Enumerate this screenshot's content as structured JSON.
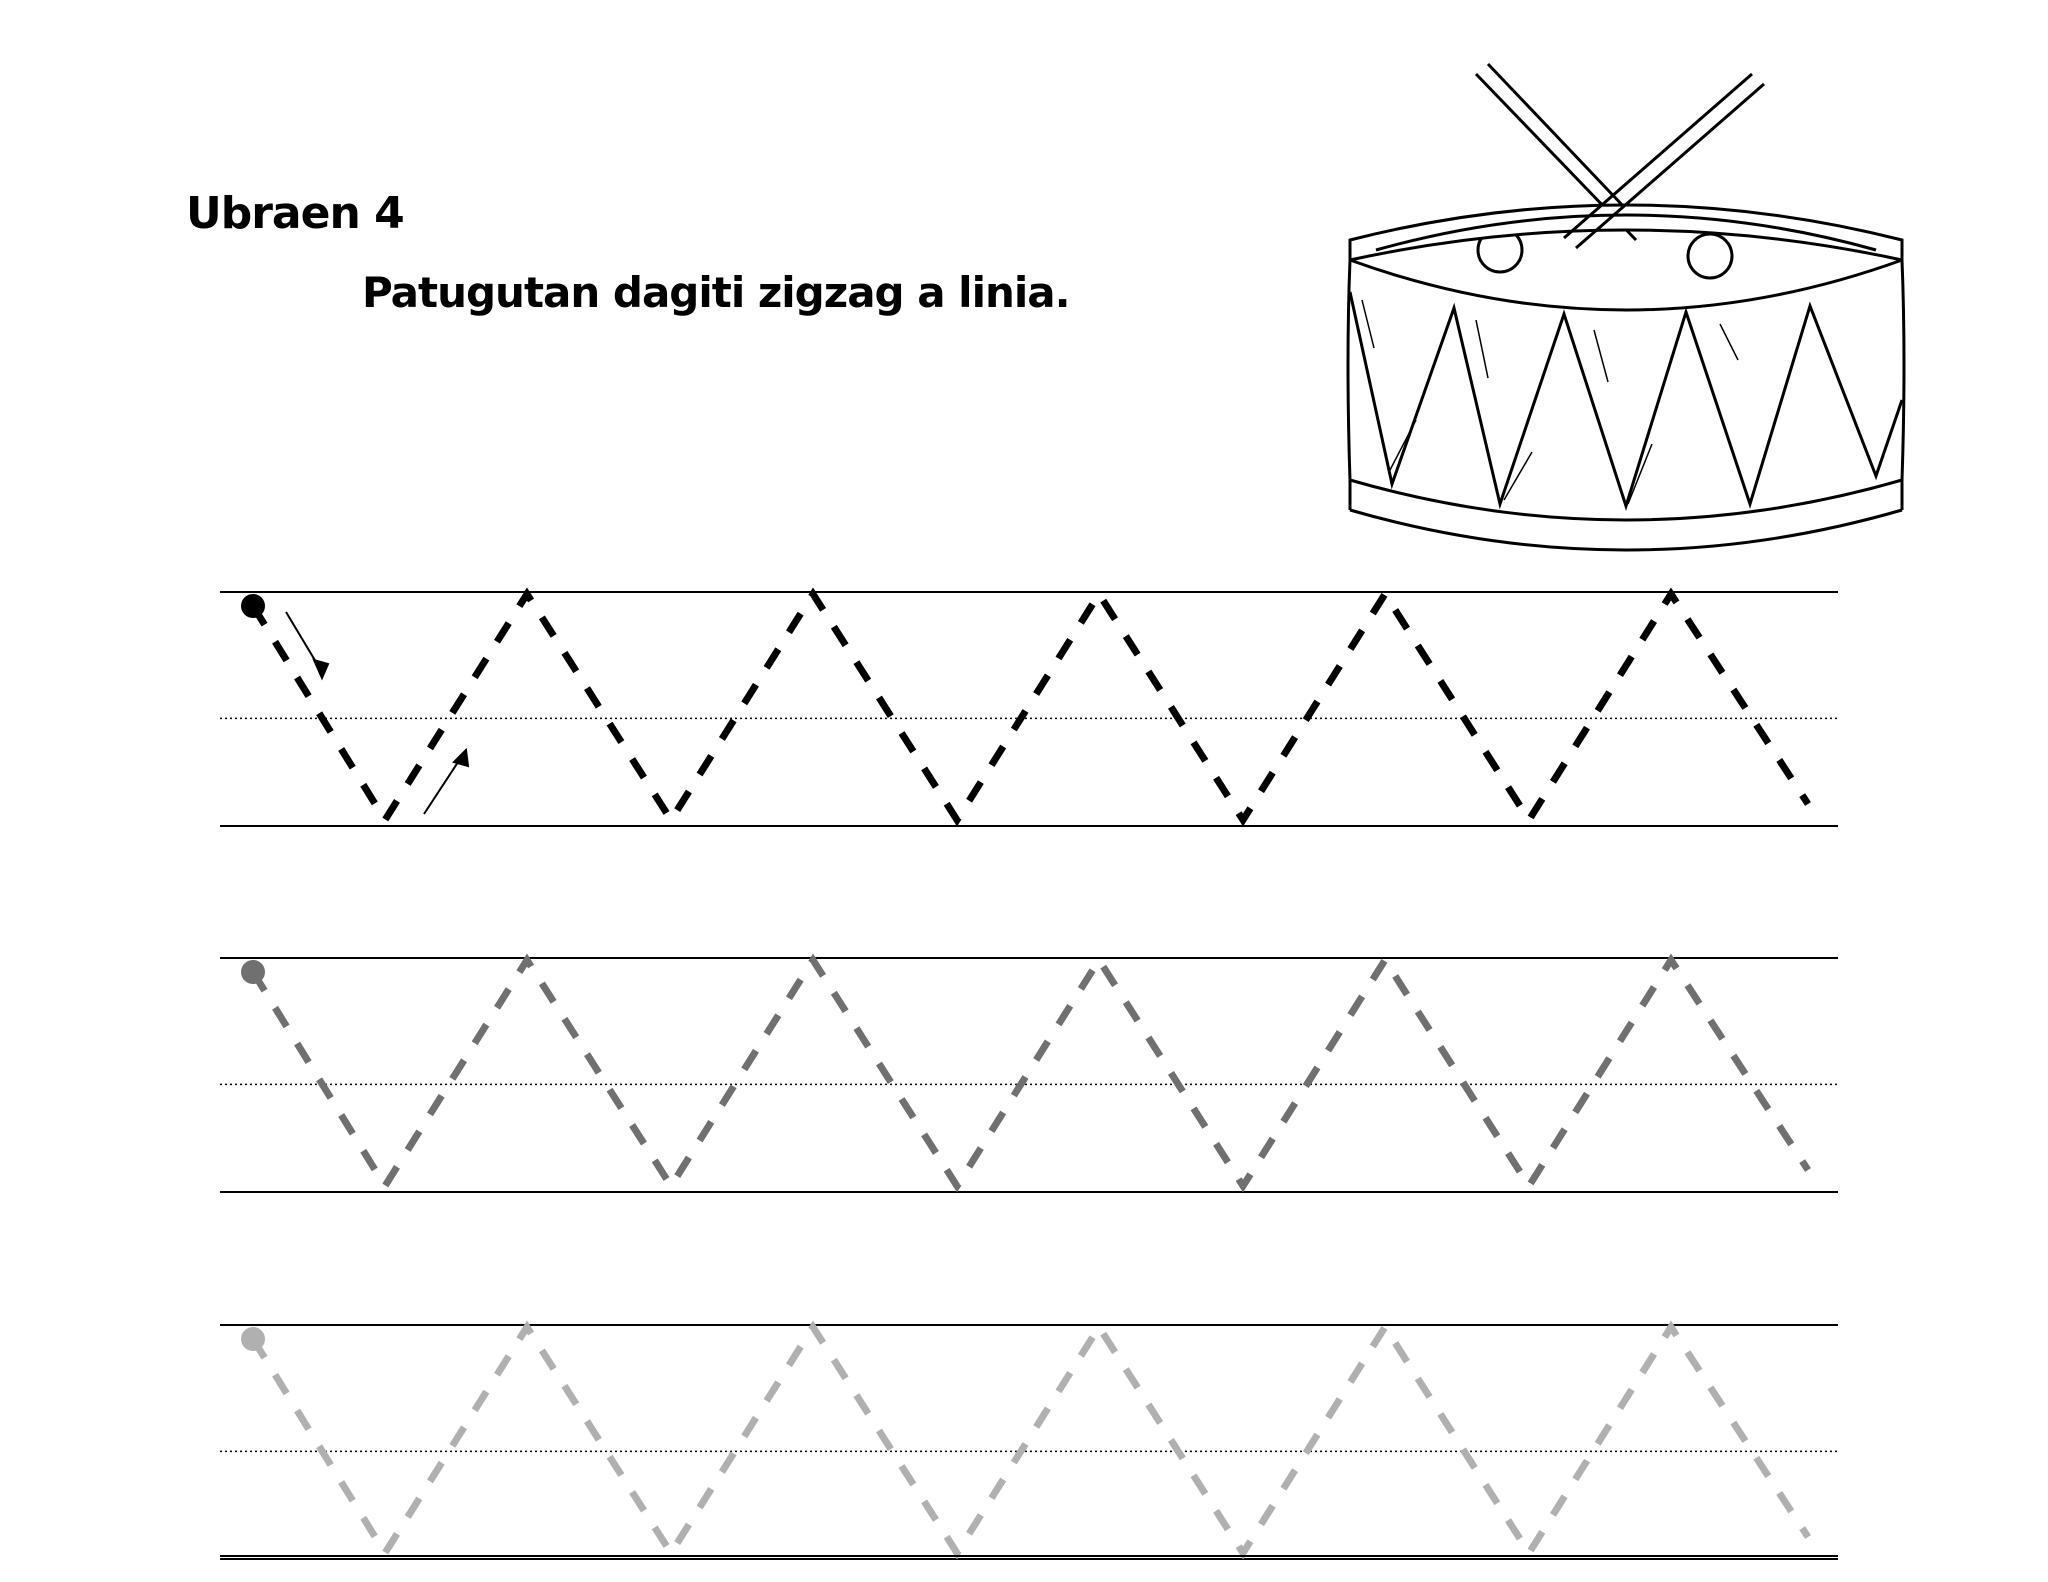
{
  "worksheet": {
    "title": "Ubraen 4",
    "instruction": "Patugutan dagiti zigzag a linia."
  },
  "illustration": {
    "subject": "drum-with-sticks-icon"
  },
  "tracing_rows": [
    {
      "shade": "#000000",
      "peaks": 5,
      "has_direction_arrows": true
    },
    {
      "shade": "#707070",
      "peaks": 5,
      "has_direction_arrows": false
    },
    {
      "shade": "#b0b0b0",
      "peaks": 5,
      "has_direction_arrows": false
    }
  ]
}
